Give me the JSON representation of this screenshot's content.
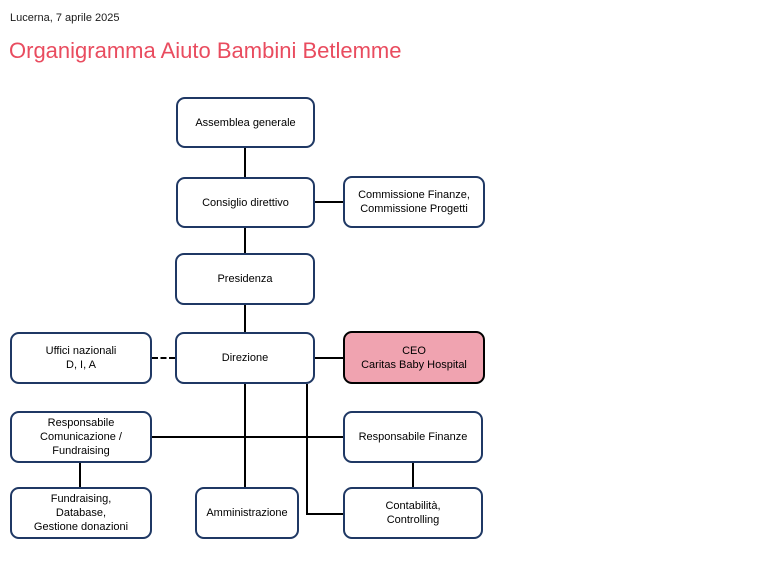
{
  "header": {
    "date": "Lucerna, 7 aprile 2025",
    "title": "Organigramma Aiuto Bambini Betlemme"
  },
  "colors": {
    "title": "#E94C5F",
    "box_border": "#1F3864",
    "box_fill": "#FFFFFF",
    "highlight_fill": "#F0A3B0",
    "highlight_border": "#000000",
    "connector": "#000000",
    "text": "#000000",
    "background": "#FFFFFF"
  },
  "nodes": [
    {
      "id": "assemblea-generale",
      "label": "Assemblea generale",
      "variant": "default"
    },
    {
      "id": "consiglio-direttivo",
      "label": "Consiglio direttivo",
      "variant": "default"
    },
    {
      "id": "commissioni",
      "label": "Commissione Finanze,\nCommissione Progetti",
      "variant": "default"
    },
    {
      "id": "presidenza",
      "label": "Presidenza",
      "variant": "default"
    },
    {
      "id": "uffici-nazionali",
      "label": "Uffici nazionali\nD, I, A",
      "variant": "default"
    },
    {
      "id": "direzione",
      "label": "Direzione",
      "variant": "default"
    },
    {
      "id": "ceo-caritas",
      "label": "CEO\nCaritas Baby Hospital",
      "variant": "highlight"
    },
    {
      "id": "responsabile-comunicazione",
      "label": "Responsabile\nComunicazione /\nFundraising",
      "variant": "default"
    },
    {
      "id": "responsabile-finanze",
      "label": "Responsabile Finanze",
      "variant": "default"
    },
    {
      "id": "fundraising-database",
      "label": "Fundraising,\nDatabase,\nGestione donazioni",
      "variant": "default"
    },
    {
      "id": "amministrazione",
      "label": "Amministrazione",
      "variant": "default"
    },
    {
      "id": "contabilita-controlling",
      "label": "Contabilità,\nControlling",
      "variant": "default"
    }
  ],
  "edges": [
    {
      "from": "assemblea-generale",
      "to": "consiglio-direttivo",
      "style": "solid"
    },
    {
      "from": "consiglio-direttivo",
      "to": "commissioni",
      "style": "solid"
    },
    {
      "from": "consiglio-direttivo",
      "to": "presidenza",
      "style": "solid"
    },
    {
      "from": "presidenza",
      "to": "direzione",
      "style": "solid"
    },
    {
      "from": "uffici-nazionali",
      "to": "direzione",
      "style": "dashed"
    },
    {
      "from": "direzione",
      "to": "ceo-caritas",
      "style": "solid"
    },
    {
      "from": "direzione",
      "to": "responsabile-comunicazione",
      "style": "solid"
    },
    {
      "from": "direzione",
      "to": "responsabile-finanze",
      "style": "solid"
    },
    {
      "from": "direzione",
      "to": "amministrazione",
      "style": "solid"
    },
    {
      "from": "direzione",
      "to": "contabilita-controlling",
      "style": "solid"
    },
    {
      "from": "responsabile-comunicazione",
      "to": "fundraising-database",
      "style": "solid"
    },
    {
      "from": "responsabile-finanze",
      "to": "contabilita-controlling",
      "style": "solid"
    }
  ]
}
